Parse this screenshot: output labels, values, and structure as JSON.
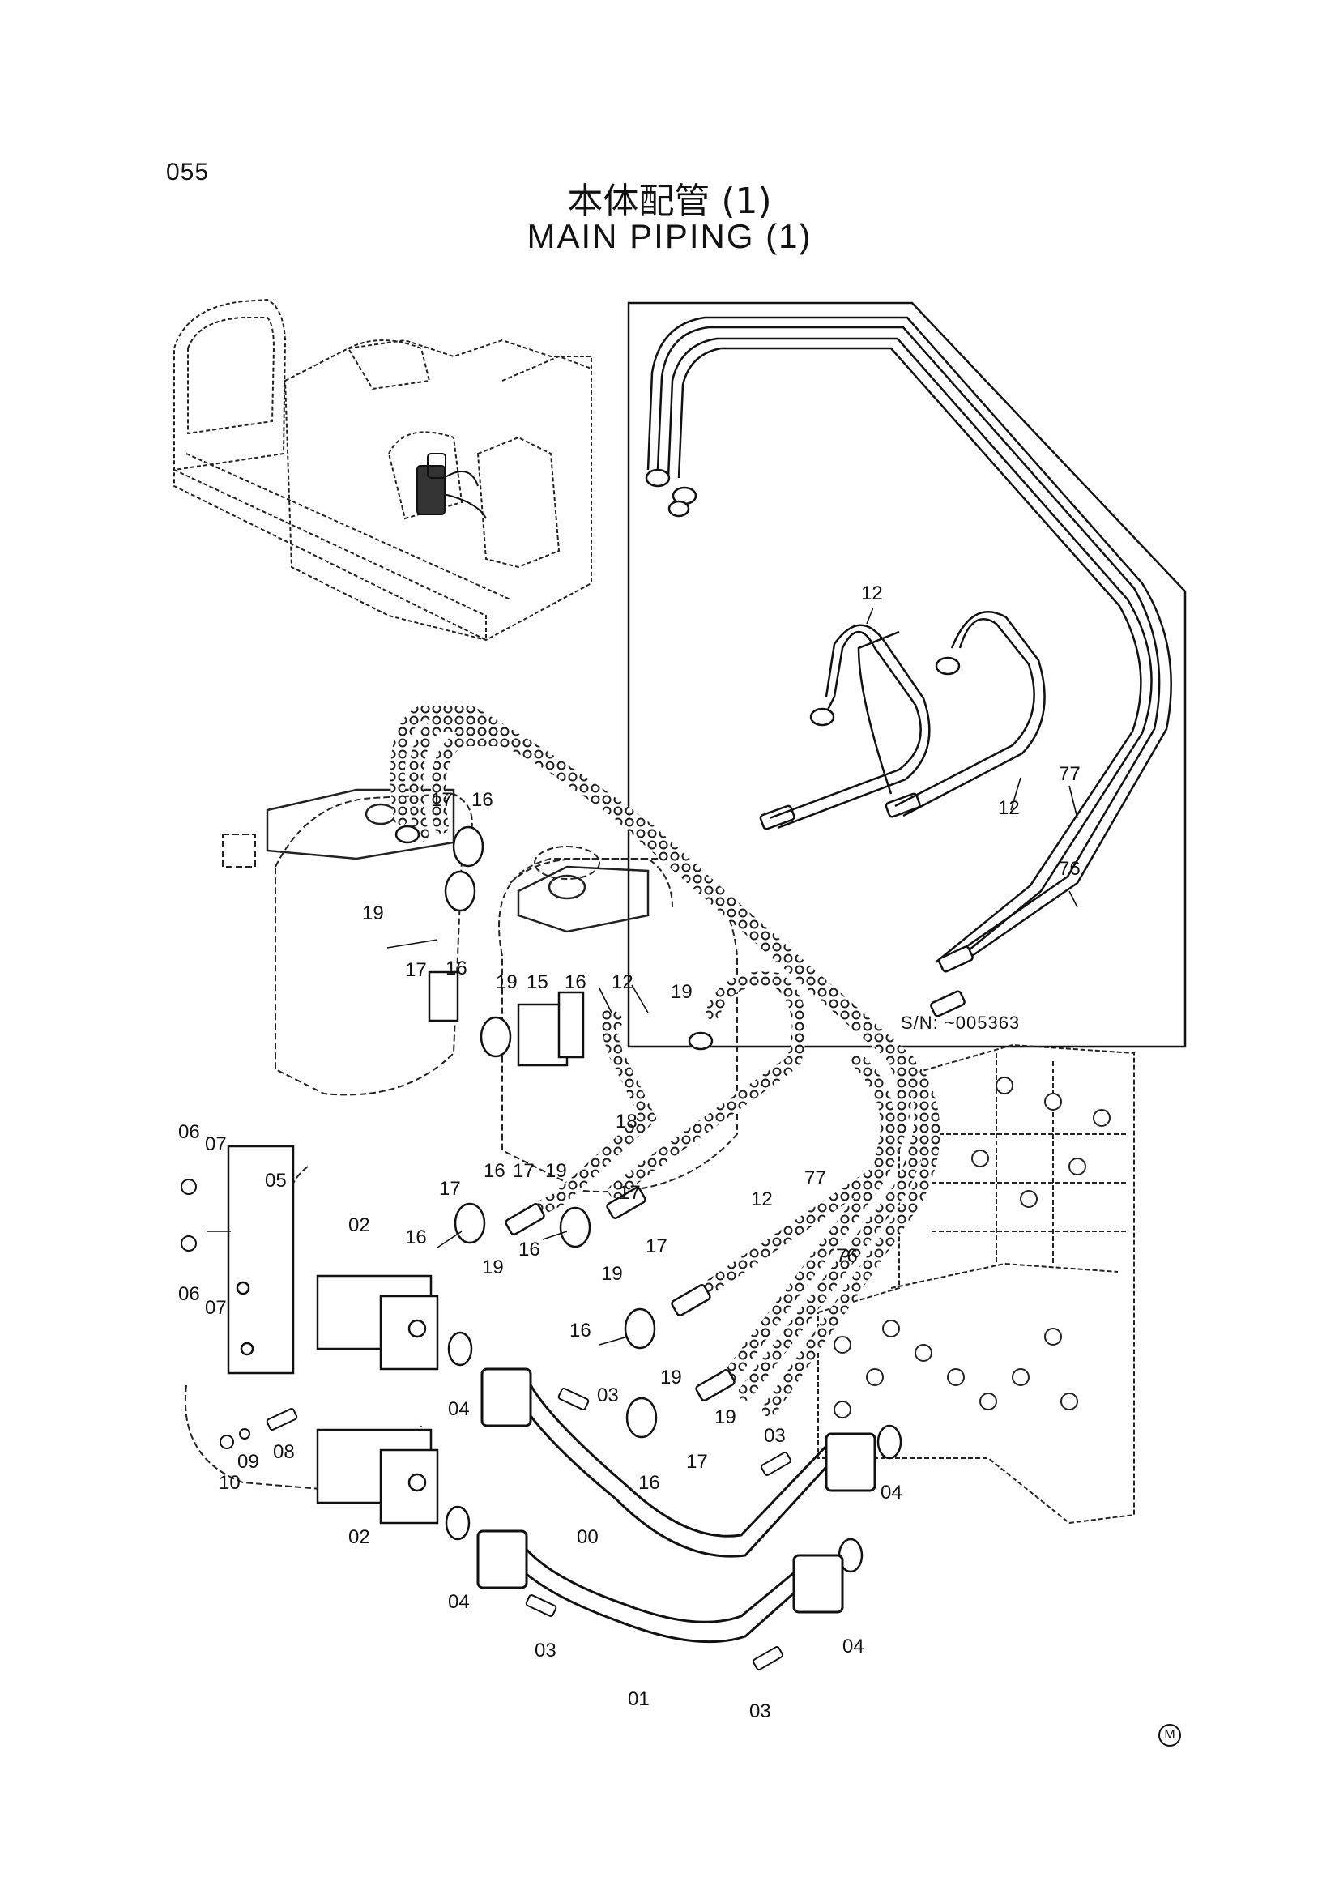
{
  "header": {
    "page_number": "055",
    "title_jp": "本体配管 (1)",
    "title_en": "MAIN PIPING (1)"
  },
  "inset": {
    "serial_note": "S/N: ~005363"
  },
  "part_labels": [
    {
      "id": "12-a",
      "text": "12"
    },
    {
      "id": "12-b",
      "text": "12"
    },
    {
      "id": "77-a",
      "text": "77"
    },
    {
      "id": "76-a",
      "text": "76"
    },
    {
      "id": "17-a",
      "text": "17"
    },
    {
      "id": "16-a",
      "text": "16"
    },
    {
      "id": "19-a",
      "text": "19"
    },
    {
      "id": "17-b",
      "text": "17"
    },
    {
      "id": "16-b",
      "text": "16"
    },
    {
      "id": "19-b",
      "text": "19"
    },
    {
      "id": "15-a",
      "text": "15"
    },
    {
      "id": "16-c",
      "text": "16"
    },
    {
      "id": "12-c",
      "text": "12"
    },
    {
      "id": "19-c",
      "text": "19"
    },
    {
      "id": "18-a",
      "text": "18"
    },
    {
      "id": "16-d",
      "text": "16"
    },
    {
      "id": "17-c",
      "text": "17"
    },
    {
      "id": "19-d",
      "text": "19"
    },
    {
      "id": "06-a",
      "text": "06"
    },
    {
      "id": "07-a",
      "text": "07"
    },
    {
      "id": "05-a",
      "text": "05"
    },
    {
      "id": "06-b",
      "text": "06"
    },
    {
      "id": "07-b",
      "text": "07"
    },
    {
      "id": "17-d",
      "text": "17"
    },
    {
      "id": "17-e",
      "text": "17"
    },
    {
      "id": "02-a",
      "text": "02"
    },
    {
      "id": "16-e",
      "text": "16"
    },
    {
      "id": "19-e",
      "text": "19"
    },
    {
      "id": "16-f",
      "text": "16"
    },
    {
      "id": "19-f",
      "text": "19"
    },
    {
      "id": "17-f",
      "text": "17"
    },
    {
      "id": "12-d",
      "text": "12"
    },
    {
      "id": "77-b",
      "text": "77"
    },
    {
      "id": "76-b",
      "text": "76"
    },
    {
      "id": "16-g",
      "text": "16"
    },
    {
      "id": "19-g",
      "text": "19"
    },
    {
      "id": "04-a",
      "text": "04"
    },
    {
      "id": "03-a",
      "text": "03"
    },
    {
      "id": "19-h",
      "text": "19"
    },
    {
      "id": "08-a",
      "text": "08"
    },
    {
      "id": "09-a",
      "text": "09"
    },
    {
      "id": "10-a",
      "text": "10"
    },
    {
      "id": "17-g",
      "text": "17"
    },
    {
      "id": "16-h",
      "text": "16"
    },
    {
      "id": "03-b",
      "text": "03"
    },
    {
      "id": "04-b",
      "text": "04"
    },
    {
      "id": "00-a",
      "text": "00"
    },
    {
      "id": "02-b",
      "text": "02"
    },
    {
      "id": "04-c",
      "text": "04"
    },
    {
      "id": "03-c",
      "text": "03"
    },
    {
      "id": "04-d",
      "text": "04"
    },
    {
      "id": "01-a",
      "text": "01"
    },
    {
      "id": "03-d",
      "text": "03"
    }
  ],
  "footer": {
    "mark": "M"
  }
}
